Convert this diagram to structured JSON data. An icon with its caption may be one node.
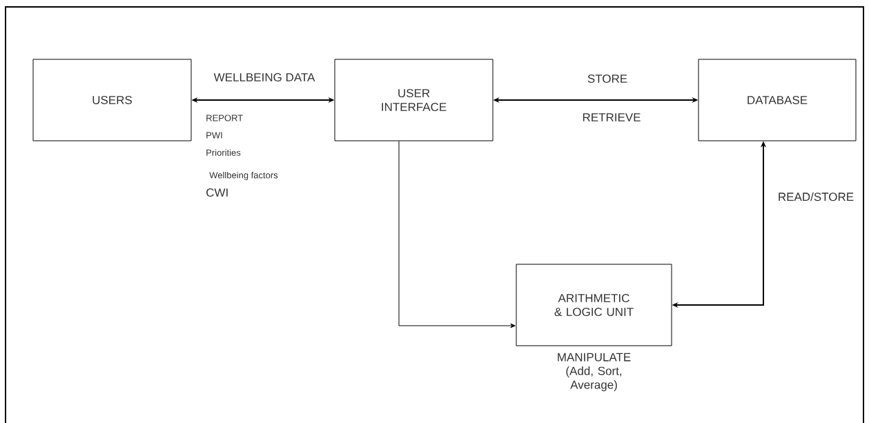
{
  "diagram": {
    "nodes": [
      {
        "text": [
          "USERS"
        ]
      },
      {
        "text": [
          "USER INTERFACE"
        ]
      },
      {
        "text": [
          "DATABASE"
        ]
      },
      {
        "text": [
          "ARITHMETIC & LOGIC UNIT"
        ],
        "beside": [
          "MANIPULATE (Add, Sort, Average)"
        ]
      }
    ],
    "edges": [
      {
        "from": 0,
        "to": 1,
        "arrow": "both",
        "label": "WELLBEING DATA"
      },
      {
        "from": 1,
        "to": 2,
        "arrow": "both",
        "label": "STORE"
      },
      {
        "from": 1,
        "to": 3,
        "arrow": "to"
      },
      {
        "from": 3,
        "to": 2,
        "arrow": "both",
        "label": "READ/STORE"
      }
    ],
    "labels": [
      "REPORT",
      "PWI",
      "Priorities",
      "Wellbeing factors",
      "CWI",
      "RETRIEVE"
    ]
  }
}
